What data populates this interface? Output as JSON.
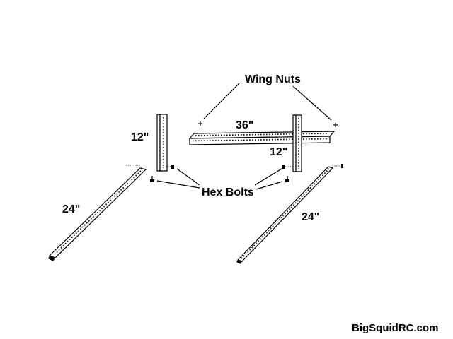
{
  "labels": {
    "wing_nuts": "Wing Nuts",
    "hex_bolts": "Hex Bolts",
    "top_bar_length": "36\"",
    "left_post_length": "12\"",
    "right_post_length": "12\"",
    "left_rail_length": "24\"",
    "right_rail_length": "24\""
  },
  "watermark": "BigSquidRC.com",
  "colors": {
    "line": "#000000",
    "background": "#ffffff"
  }
}
